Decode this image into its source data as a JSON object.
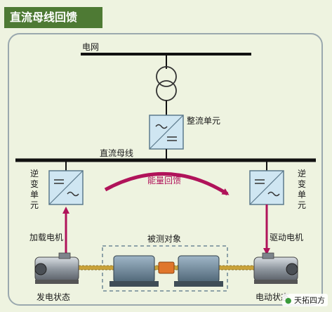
{
  "title": "直流母线回馈",
  "labels": {
    "grid": "电网",
    "rectifier": "整流单元",
    "dc_bus": "直流母线",
    "energy_feedback": "能量回馈",
    "inverter_left": "逆变单元",
    "inverter_right": "逆变单元",
    "load_motor": "加载电机",
    "drive_motor": "驱动电机",
    "test_object": "被测对象",
    "generating_state": "发电状态",
    "motoring_state": "电动状态"
  },
  "watermark": "天拓四方",
  "colors": {
    "background": "#eef3e0",
    "title_bar": "#4e7a34",
    "frame": "#9aa8ae",
    "flow_arrow": "#b0135a",
    "converter_fill": "#cfe6f2"
  }
}
